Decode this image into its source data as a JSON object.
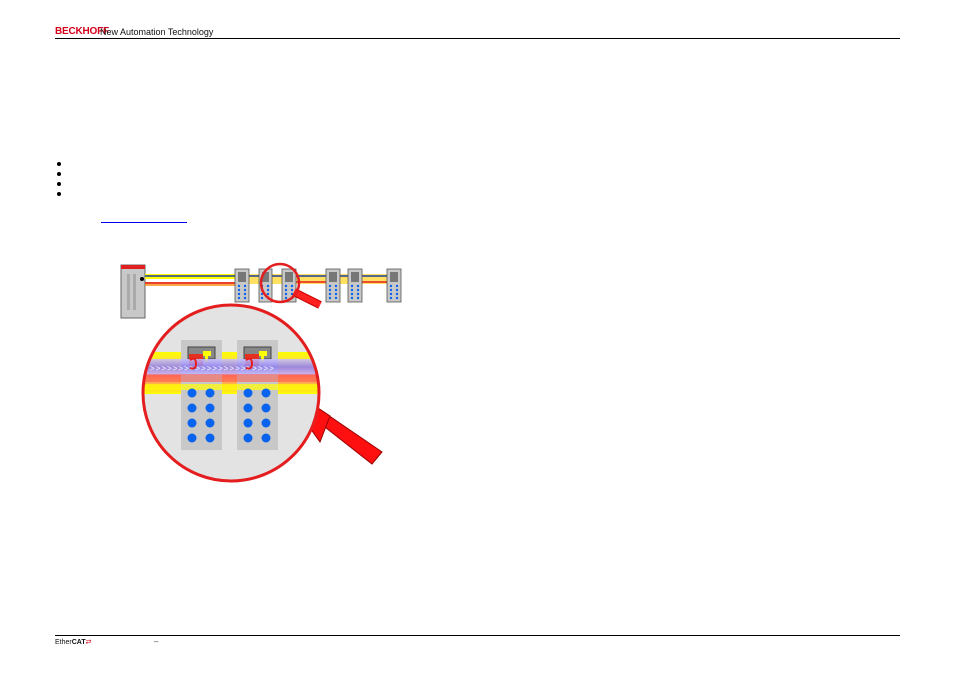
{
  "header": {
    "brand": "BECKHOFF",
    "tagline": "New Automation Technology"
  },
  "body": {
    "bullet_count": 4
  },
  "footer": {
    "logo_prefix": "Ether",
    "logo_bold": "CAT",
    "dash": "–"
  },
  "colors": {
    "brand_red": "#d4001a",
    "frame_yellow": "#ffff00",
    "frame_orange": "#f7931e",
    "bus_blue": "#1f3f9e",
    "return_red": "#e41e1e",
    "dot_blue": "#0a63ee",
    "module_grey": "#c8c8c8"
  },
  "icons": [
    "magnifier-icon",
    "master-controller-icon",
    "slave-terminal-icon"
  ]
}
